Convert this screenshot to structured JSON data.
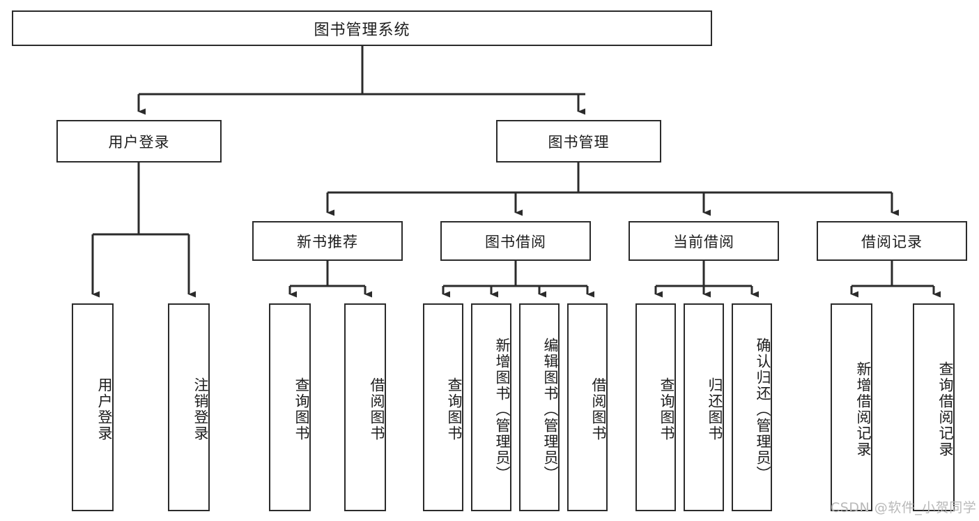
{
  "diagram": {
    "type": "tree-hierarchy-chart",
    "title": "图书管理系统",
    "watermark": "CSDN @软件_小贺同学",
    "colors": {
      "background": "#ffffff",
      "line": "#2b2b2b",
      "border": "#2b2b2b",
      "text": "#1c1c1c",
      "watermark": "#b9b9b9"
    },
    "root": {
      "label": "图书管理系统"
    },
    "level2": [
      {
        "label": "用户登录"
      },
      {
        "label": "图书管理"
      }
    ],
    "level3": [
      {
        "label": "新书推荐"
      },
      {
        "label": "图书借阅"
      },
      {
        "label": "当前借阅"
      },
      {
        "label": "借阅记录"
      }
    ],
    "leaves": {
      "user_login": [
        {
          "label": "用户登录"
        },
        {
          "label": "注销登录"
        }
      ],
      "new_book_recommend": [
        {
          "label": "查询图书"
        },
        {
          "label": "借阅图书"
        }
      ],
      "book_borrow": [
        {
          "label": "查询图书"
        },
        {
          "label": "新增图书（管理员）"
        },
        {
          "label": "编辑图书（管理员）"
        },
        {
          "label": "借阅图书"
        }
      ],
      "current_borrow": [
        {
          "label": "查询图书"
        },
        {
          "label": "归还图书"
        },
        {
          "label": "确认归还（管理员）"
        }
      ],
      "borrow_record": [
        {
          "label": "新增借阅记录"
        },
        {
          "label": "查询借阅记录"
        }
      ]
    }
  }
}
